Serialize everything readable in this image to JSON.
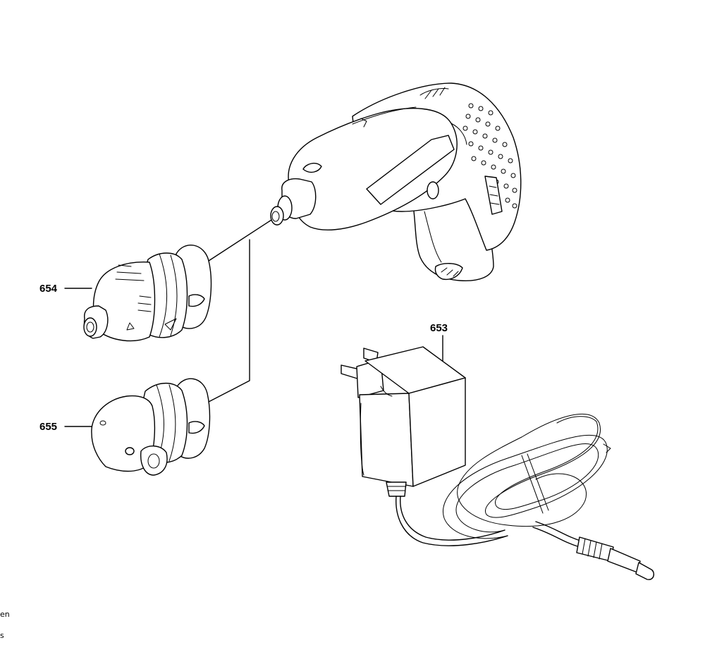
{
  "parts": [
    {
      "number": "654"
    },
    {
      "number": "655"
    },
    {
      "number": "653"
    }
  ],
  "edge_texts": [
    "en",
    "s"
  ]
}
